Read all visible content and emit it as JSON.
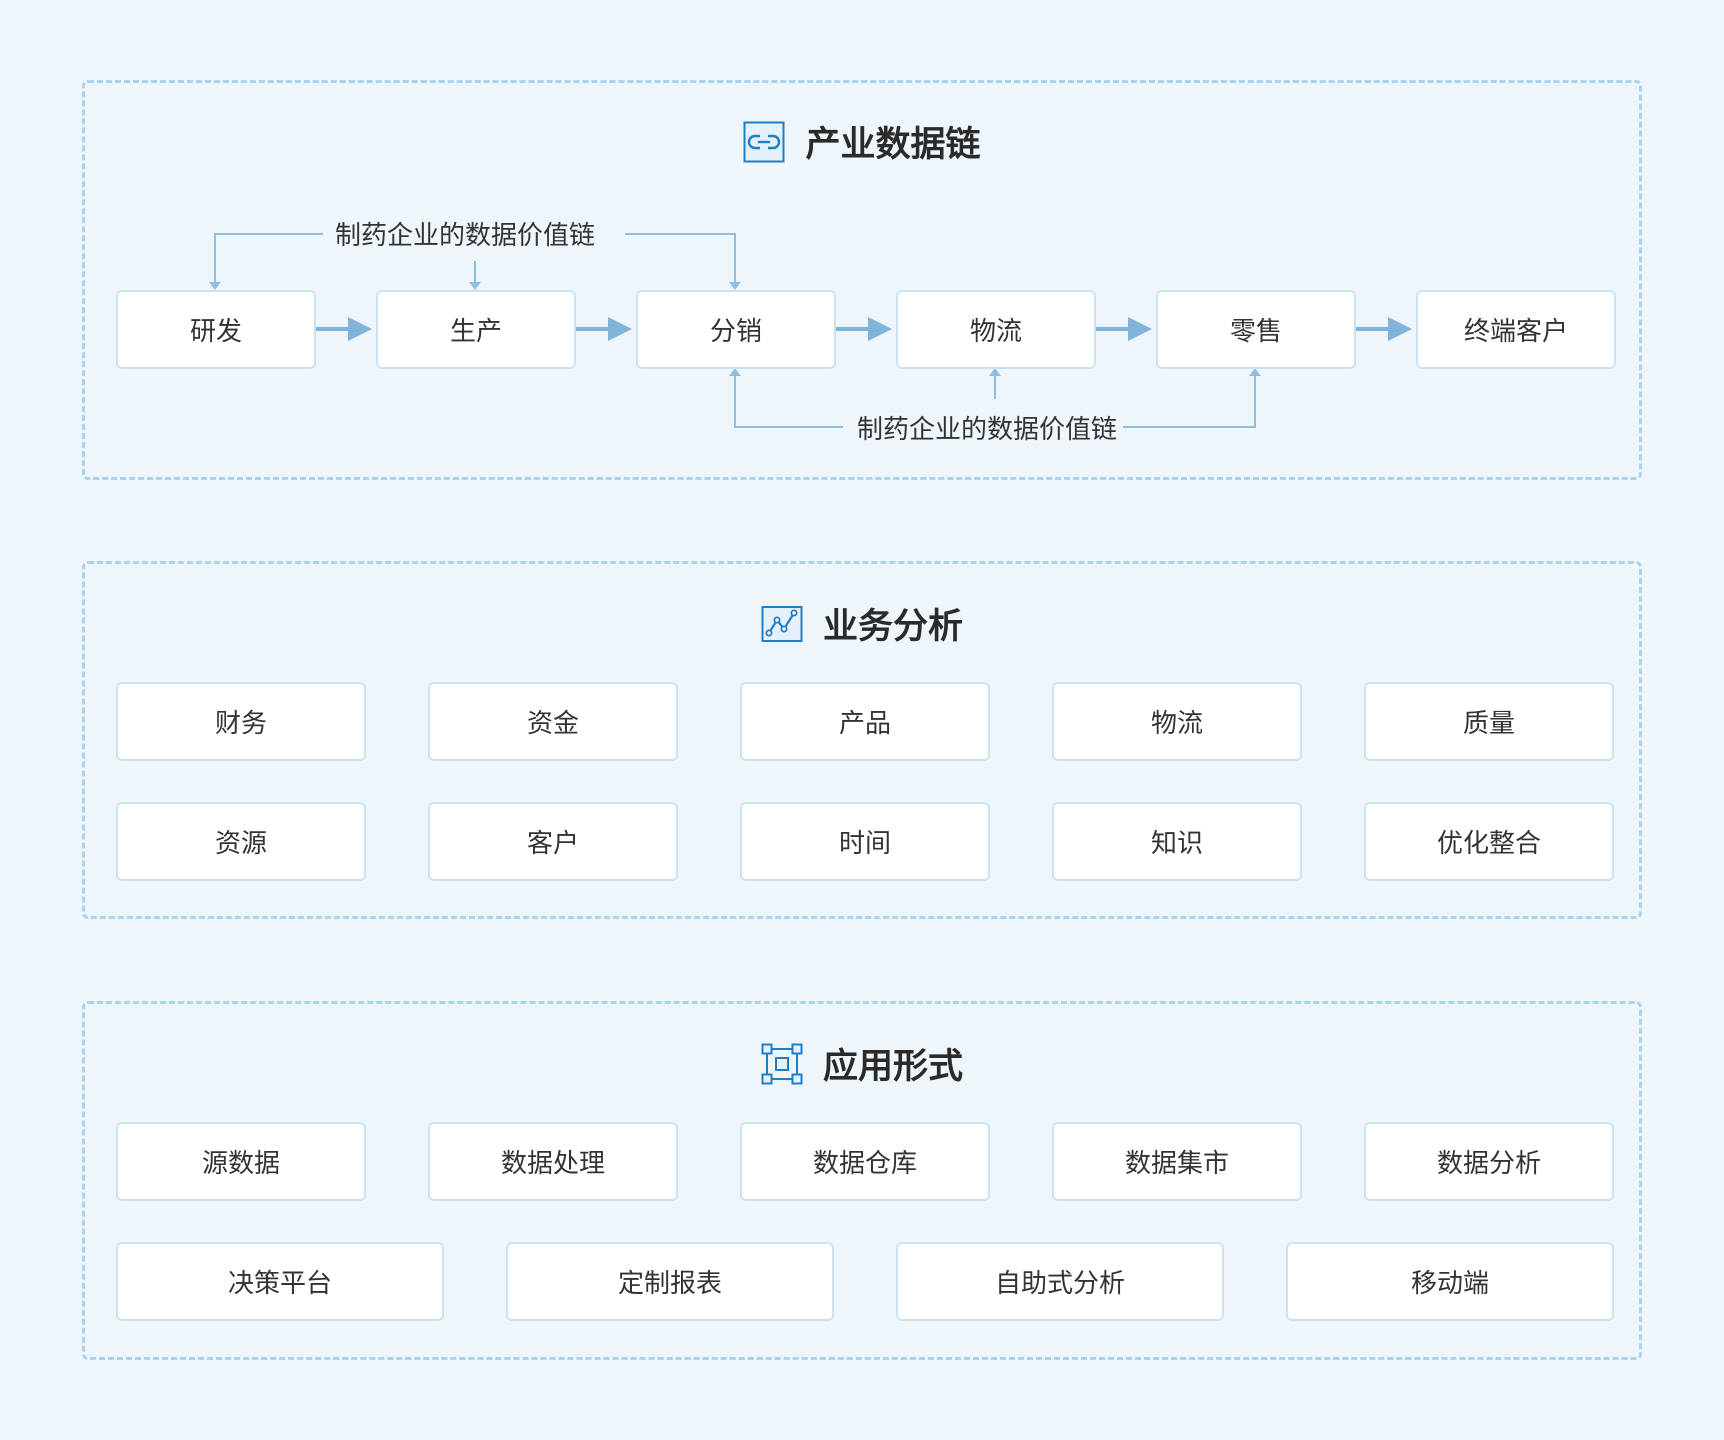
{
  "sections": {
    "chain": {
      "title": "产业数据链",
      "icon": "link-icon",
      "nodes": [
        "研发",
        "生产",
        "分销",
        "物流",
        "零售",
        "终端客户"
      ],
      "top_label": "制药企业的数据价值链",
      "bottom_label": "制药企业的数据价值链"
    },
    "analysis": {
      "title": "业务分析",
      "icon": "line-chart-icon",
      "items": [
        "财务",
        "资金",
        "产品",
        "物流",
        "质量",
        "资源",
        "客户",
        "时间",
        "知识",
        "优化整合"
      ]
    },
    "application": {
      "title": "应用形式",
      "icon": "frame-icon",
      "row1": [
        "源数据",
        "数据处理",
        "数据仓库",
        "数据集市",
        "数据分析"
      ],
      "row2": [
        "决策平台",
        "定制报表",
        "自助式分析",
        "移动端"
      ]
    }
  },
  "colors": {
    "background": "#eef6fc",
    "dashed_border": "#a9d3ee",
    "box_border": "#c9e3f4",
    "arrow": "#7fb3da",
    "connector": "#8fbfe0",
    "icon": "#1e7fc8"
  }
}
